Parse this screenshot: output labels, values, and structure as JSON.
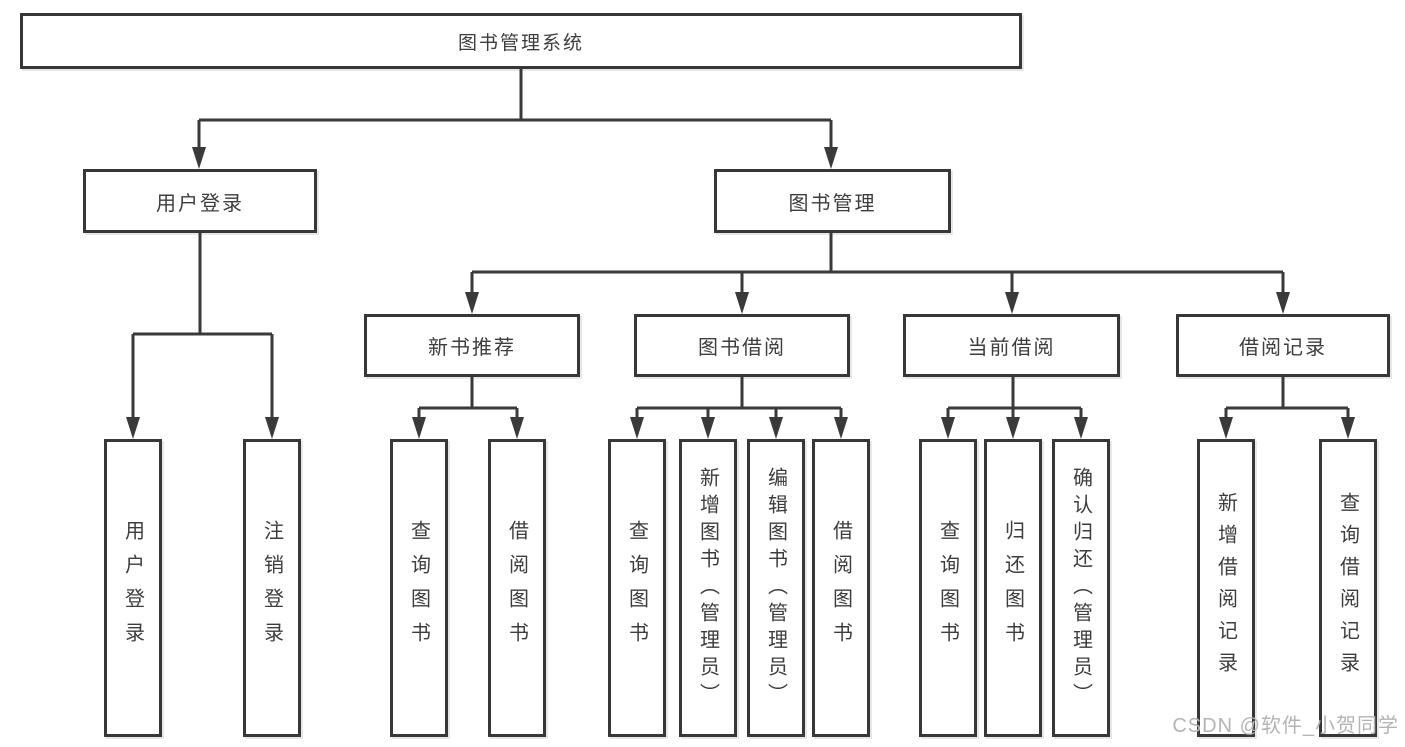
{
  "diagram": {
    "watermark": "CSDN @软件_小贺同学",
    "colors": {
      "line": "#3a3a3a",
      "border": "#373737",
      "text": "#3d3d3d",
      "background": "#ffffff",
      "watermark": "#b4b4b4"
    },
    "nodes": {
      "root": "图书管理系统",
      "user_login": "用户登录",
      "book_management": "图书管理",
      "new_book_recommend": "新书推荐",
      "book_borrowing": "图书借阅",
      "current_borrowing": "当前借阅",
      "borrowing_records": "借阅记录",
      "leaf_user_login": "用户登录",
      "leaf_logout": "注销登录",
      "leaf_query_books_a": "查询图书",
      "leaf_borrow_books_a": "借阅图书",
      "leaf_query_books_b": "查询图书",
      "leaf_add_book_admin": "新增图书（管理员）",
      "leaf_edit_book_admin": "编辑图书（管理员）",
      "leaf_borrow_books_b": "借阅图书",
      "leaf_query_books_c": "查询图书",
      "leaf_return_book": "归还图书",
      "leaf_confirm_return_admin": "确认归还（管理员）",
      "leaf_add_borrow_record": "新增借阅记录",
      "leaf_query_borrow_record": "查询借阅记录"
    },
    "hierarchy_note": {
      "图书管理系统": [
        "用户登录",
        "图书管理"
      ],
      "用户登录": [
        "用户登录",
        "注销登录"
      ],
      "图书管理": [
        "新书推荐",
        "图书借阅",
        "当前借阅",
        "借阅记录"
      ],
      "新书推荐": [
        "查询图书",
        "借阅图书"
      ],
      "图书借阅": [
        "查询图书",
        "新增图书（管理员）",
        "编辑图书（管理员）",
        "借阅图书"
      ],
      "当前借阅": [
        "查询图书",
        "归还图书",
        "确认归还（管理员）"
      ],
      "借阅记录": [
        "新增借阅记录",
        "查询借阅记录"
      ]
    }
  }
}
